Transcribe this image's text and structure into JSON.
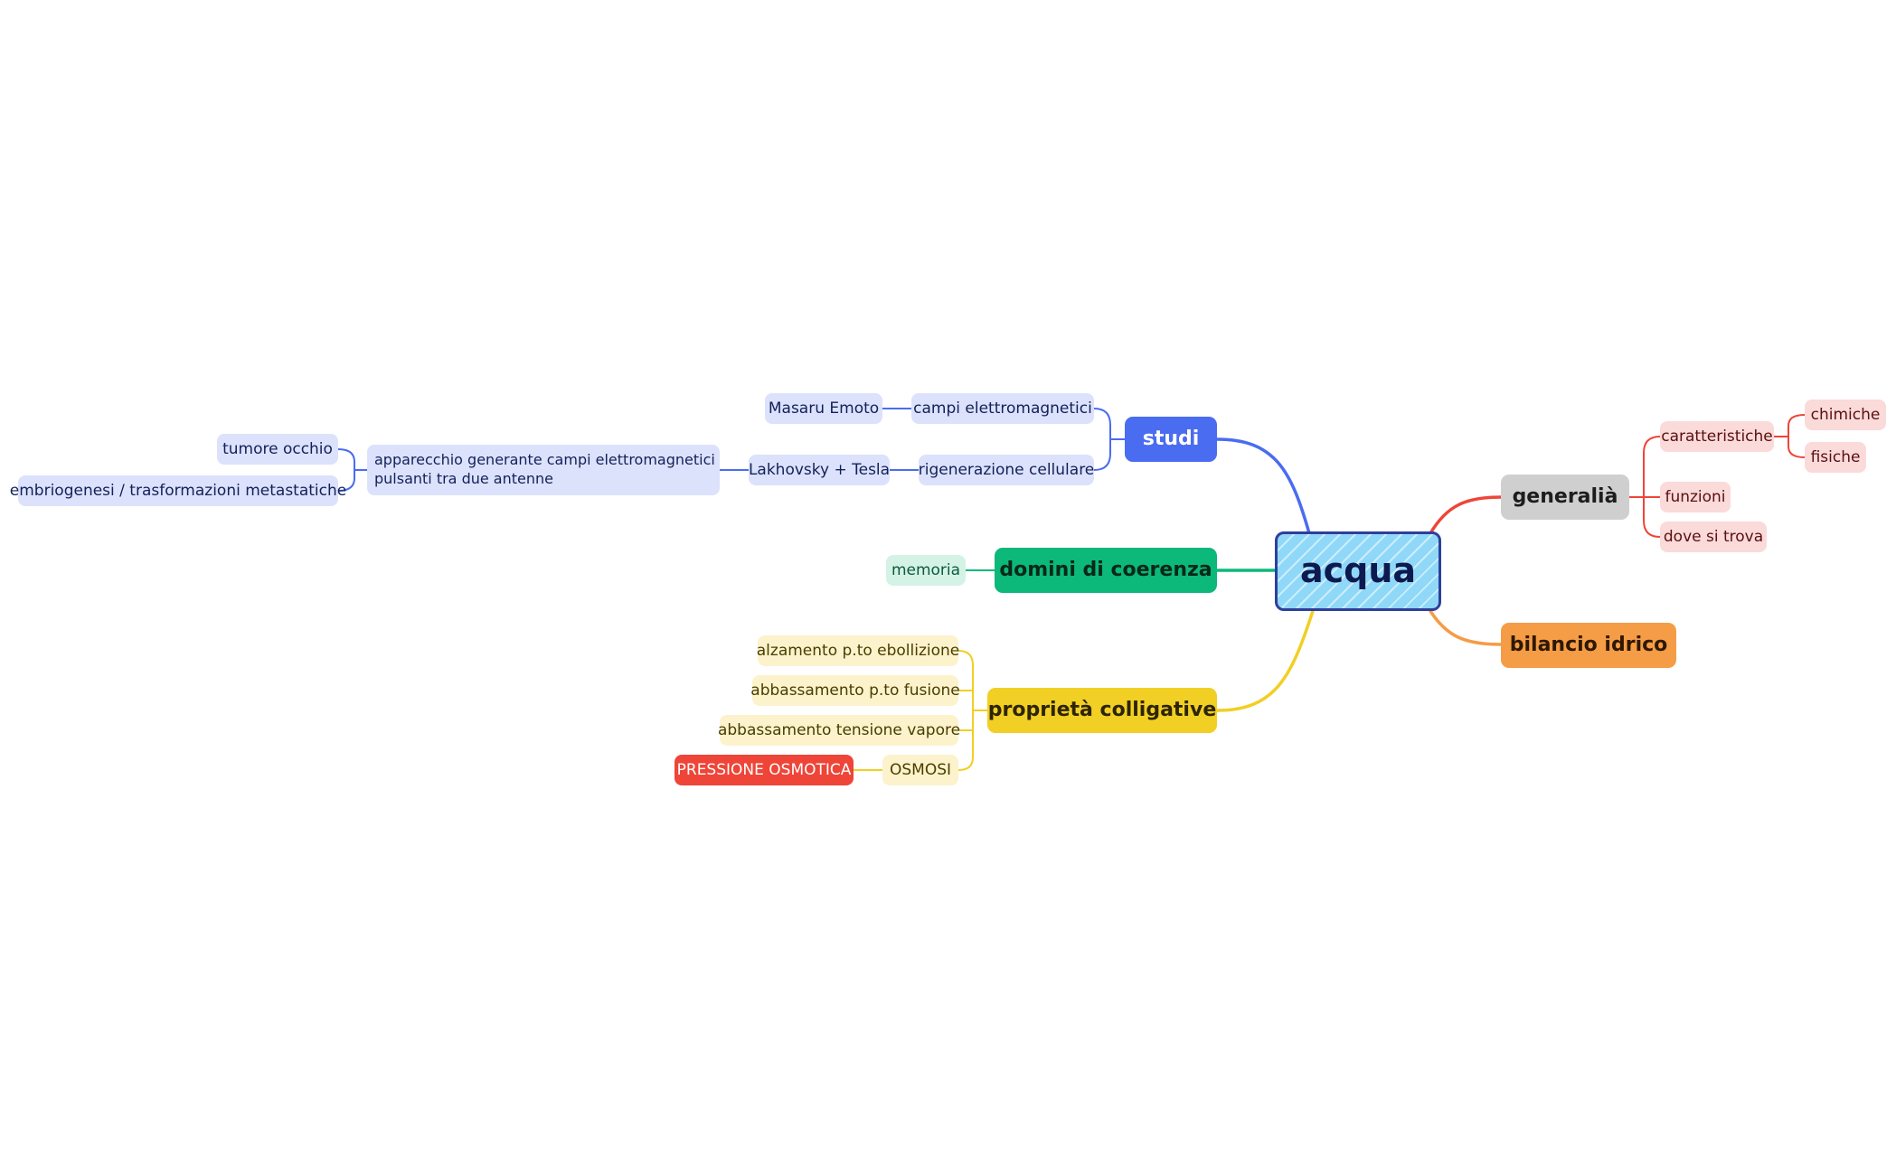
{
  "mindmap": {
    "root": {
      "label": "acqua"
    },
    "studi": {
      "label": "studi",
      "campi": {
        "label": "campi elettromagnetici",
        "child": "Masaru Emoto"
      },
      "rigenerazione": {
        "label": "rigenerazione cellulare",
        "child": "Lakhovsky + Tesla",
        "apparecchio": {
          "lines": [
            "apparecchio generante campi elettromagnetici",
            "pulsanti tra due antenne"
          ],
          "children": [
            "tumore occhio",
            "embriogenesi / trasformazioni metastatiche"
          ]
        }
      }
    },
    "domini": {
      "label": "domini di coerenza",
      "child": "memoria"
    },
    "proprieta": {
      "label": "proprietà colligative",
      "children": [
        "alzamento p.to ebollizione",
        "abbassamento p.to fusione",
        "abbassamento tensione vapore",
        "OSMOSI"
      ],
      "osmosi_child": "PRESSIONE OSMOTICA"
    },
    "generalia": {
      "label": "generalià",
      "caratteristiche": {
        "label": "caratteristiche",
        "children": [
          "chimiche",
          "fisiche"
        ]
      },
      "others": [
        "funzioni",
        "dove si trova"
      ]
    },
    "bilancio": {
      "label": "bilancio idrico"
    }
  },
  "colors": {
    "blue": "#4a6cf0",
    "green": "#0cb87a",
    "yellow": "#f1cf24",
    "red": "#ee4538",
    "orange": "#f59c46",
    "gray": "#cfcfcf",
    "root_fill": "#8fd8f8",
    "root_border": "#2d3f9c"
  }
}
